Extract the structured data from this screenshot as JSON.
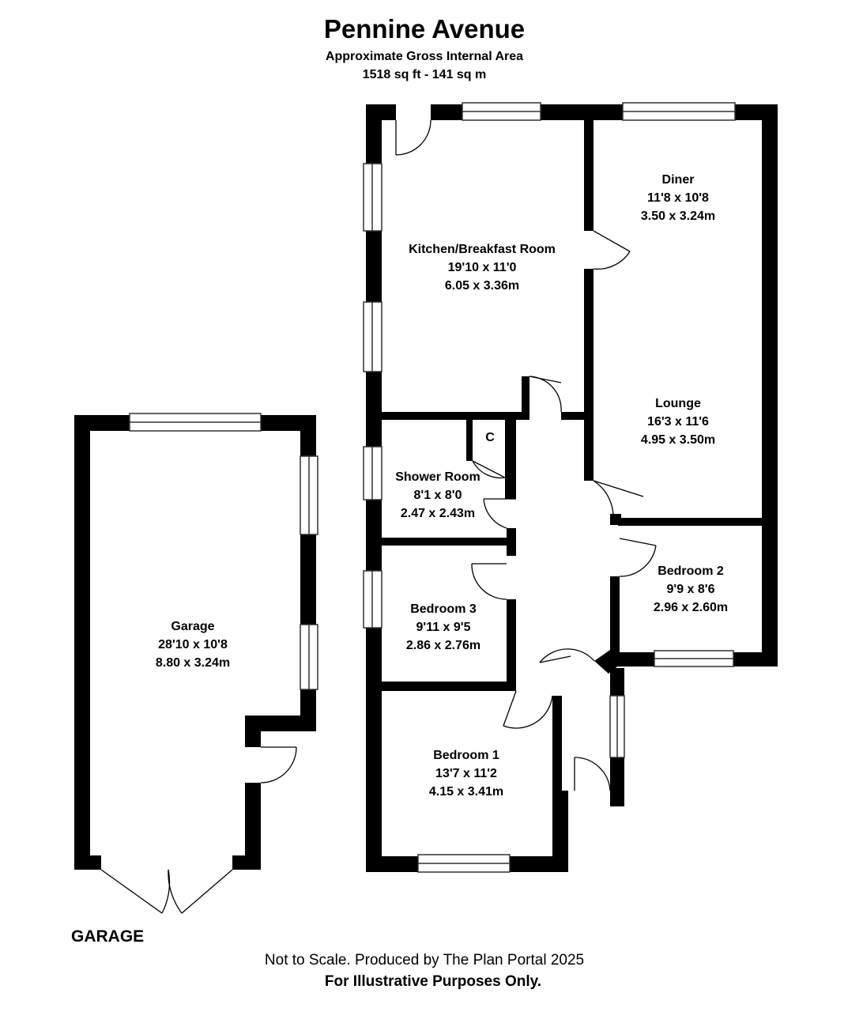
{
  "header": {
    "title": "Pennine Avenue",
    "subtitle": "Approximate Gross Internal Area",
    "area": "1518 sq ft - 141 sq m"
  },
  "rooms": {
    "kitchen": {
      "name": "Kitchen/Breakfast Room",
      "imperial": "19'10 x 11'0",
      "metric": "6.05 x 3.36m"
    },
    "diner": {
      "name": "Diner",
      "imperial": "11'8 x 10'8",
      "metric": "3.50 x 3.24m"
    },
    "lounge": {
      "name": "Lounge",
      "imperial": "16'3 x 11'6",
      "metric": "4.95 x 3.50m"
    },
    "shower": {
      "name": "Shower Room",
      "imperial": "8'1 x 8'0",
      "metric": "2.47 x 2.43m"
    },
    "cupboard": {
      "name": "C"
    },
    "bedroom2": {
      "name": "Bedroom 2",
      "imperial": "9'9 x 8'6",
      "metric": "2.96 x 2.60m"
    },
    "bedroom3": {
      "name": "Bedroom 3",
      "imperial": "9'11 x 9'5",
      "metric": "2.86 x 2.76m"
    },
    "bedroom1": {
      "name": "Bedroom 1",
      "imperial": "13'7 x 11'2",
      "metric": "4.15 x 3.41m"
    },
    "garage": {
      "name": "Garage",
      "imperial": "28'10 x 10'8",
      "metric": "8.80 x 3.24m"
    }
  },
  "labels": {
    "garage_section": "GARAGE"
  },
  "footer": {
    "line1": "Not to Scale. Produced by The Plan Portal 2025",
    "line2": "For Illustrative Purposes Only."
  },
  "colors": {
    "wall": "#000000",
    "background": "#ffffff",
    "window_frame": "#333333"
  }
}
